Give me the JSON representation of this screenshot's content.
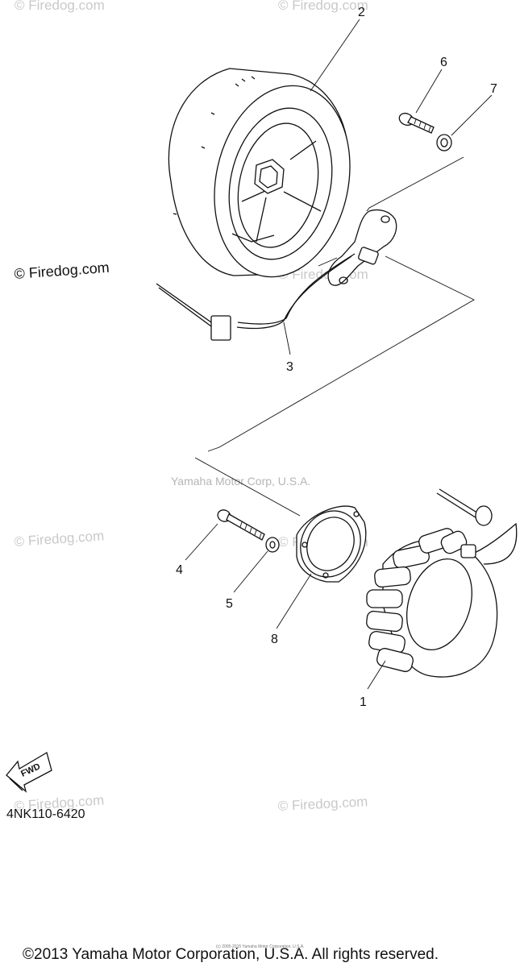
{
  "watermarks": {
    "top_left": "© Firedog.com",
    "top_center": "© Firedog.com",
    "left_mid": "© Firedog.com",
    "center_mid": "© Firedog.com",
    "left_lower": "© Firedog.com",
    "right_lower": "© Firedog.com",
    "bottom_left": "© Firedog.com",
    "bottom_center": "© Firedog.com"
  },
  "corp_watermark": "Yamaha Motor Corp, U.S.A.",
  "callouts": {
    "c1": "1",
    "c2": "2",
    "c3": "3",
    "c4": "4",
    "c5": "5",
    "c6": "6",
    "c7": "7",
    "c8": "8"
  },
  "fwd_label": "FWD",
  "part_number": "4NK110-6420",
  "copyright": "©2013 Yamaha Motor Corporation, U.S.A. All rights reserved.",
  "tiny_notice": "(c) 2005-2015 Yamaha Motor Corporation, U.S.A."
}
